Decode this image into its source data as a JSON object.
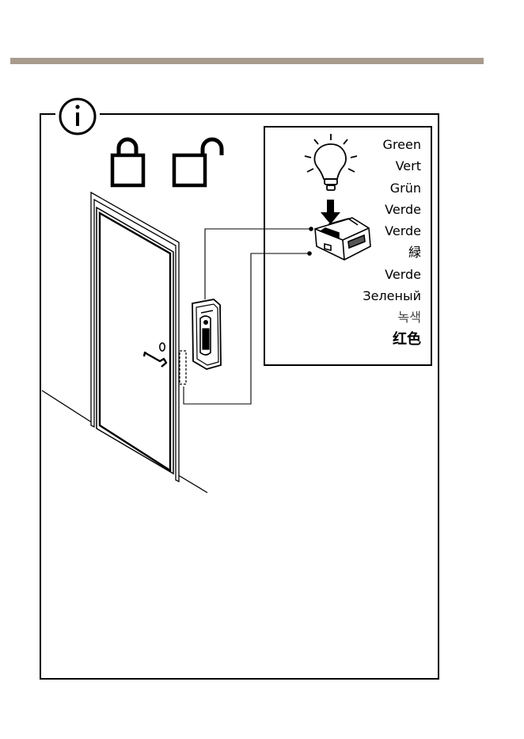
{
  "colors": {
    "rule": "#a89b8e",
    "line": "#000000"
  },
  "icons": {
    "info": "info-icon",
    "locked": "padlock-locked-icon",
    "unlocked": "padlock-unlocked-icon",
    "light": "light-bulb-icon",
    "arrow": "down-arrow-icon",
    "relay": "relay-module-icon",
    "intercom": "door-station-icon",
    "door": "door-icon",
    "lock": "door-lock-icon"
  },
  "color_names": [
    "Green",
    "Vert",
    "Grün",
    "Verde",
    "Verde",
    "緑",
    "Verde",
    "Зеленый",
    "녹색",
    "红色"
  ]
}
